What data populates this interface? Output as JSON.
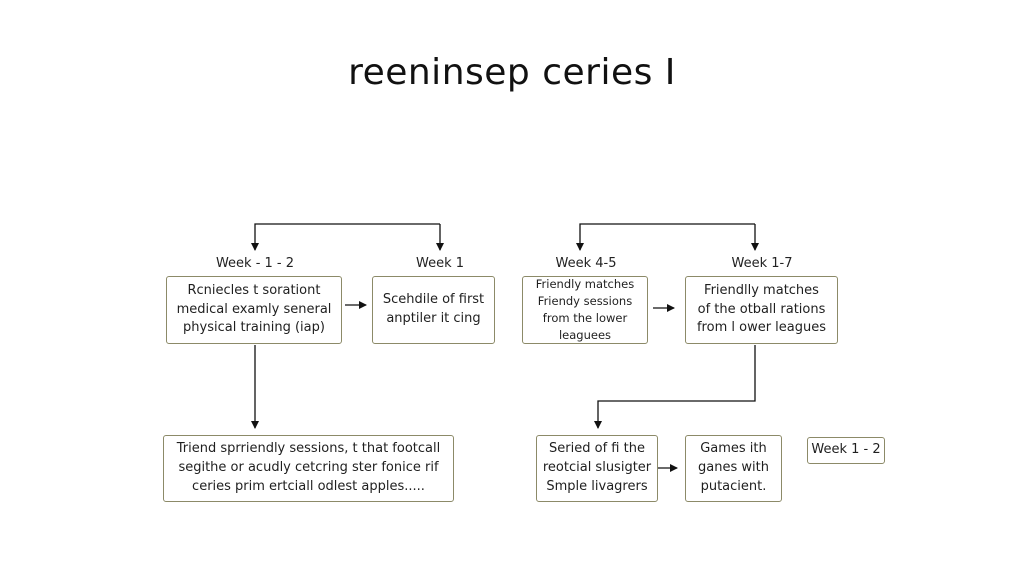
{
  "title": "reeninsep ceries I",
  "week_labels": {
    "a": "Week - 1 - 2",
    "b": "Week 1",
    "c": "Week 4-5",
    "d": "Week 1-7"
  },
  "boxes": {
    "a": [
      "Rcniecles t sorationt",
      "medical examly seneral",
      "physical training (iap)"
    ],
    "b": [
      "Scehdile of first",
      "anptiler it cing"
    ],
    "c": [
      "Friendly matches",
      "Friendy sessions",
      "from the lower",
      "leaguees"
    ],
    "d": [
      "Friendlly matches",
      "of the otball rations",
      "from l ower leagues"
    ],
    "e": [
      "Triend sprriendly sessions, t that footcall",
      "segithe or acudly cetcring ster fonice rif",
      "ceries prim ertciall odlest apples....."
    ],
    "f": [
      "Seried of fi the",
      "reotcial slusigter",
      "Smple livagrers"
    ],
    "g": [
      "Games ith",
      "ganes with",
      "putacient."
    ],
    "h": [
      "Week 1 - 2"
    ]
  }
}
